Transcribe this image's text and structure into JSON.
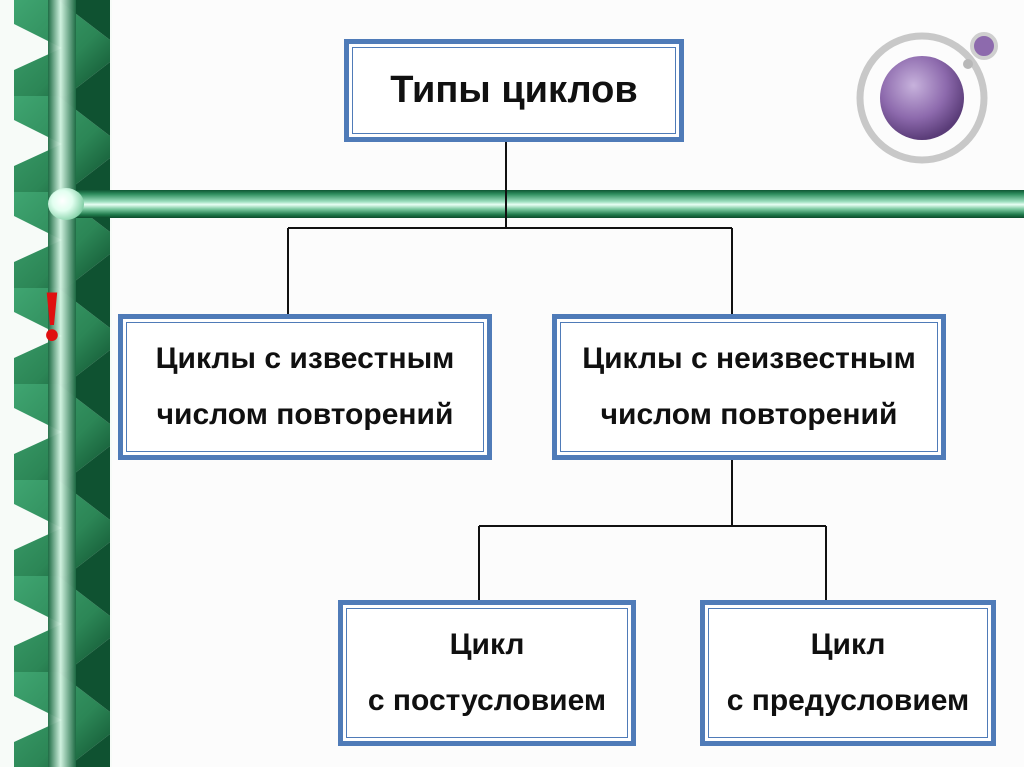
{
  "diagram": {
    "root": {
      "label": "Типы циклов"
    },
    "known": {
      "line1": "Циклы с известным",
      "line2": "числом повторений"
    },
    "unknown": {
      "line1": "Циклы с неизвестным",
      "line2": "числом повторений"
    },
    "post": {
      "line1": "Цикл",
      "line2": "с постусловием"
    },
    "pre": {
      "line1": "Цикл",
      "line2": "с предусловием"
    }
  },
  "decor": {
    "exclamation": "!",
    "ribbon_icon": "green-twisted-ribbon",
    "orb_icon": "purple-orb",
    "colors": {
      "ribbon_green": "#2f8f5b",
      "ribbon_dark": "#0e4f2e",
      "box_border": "#4f7bb8",
      "exclamation": "#e01010",
      "orb": "#8a6aa8"
    }
  }
}
